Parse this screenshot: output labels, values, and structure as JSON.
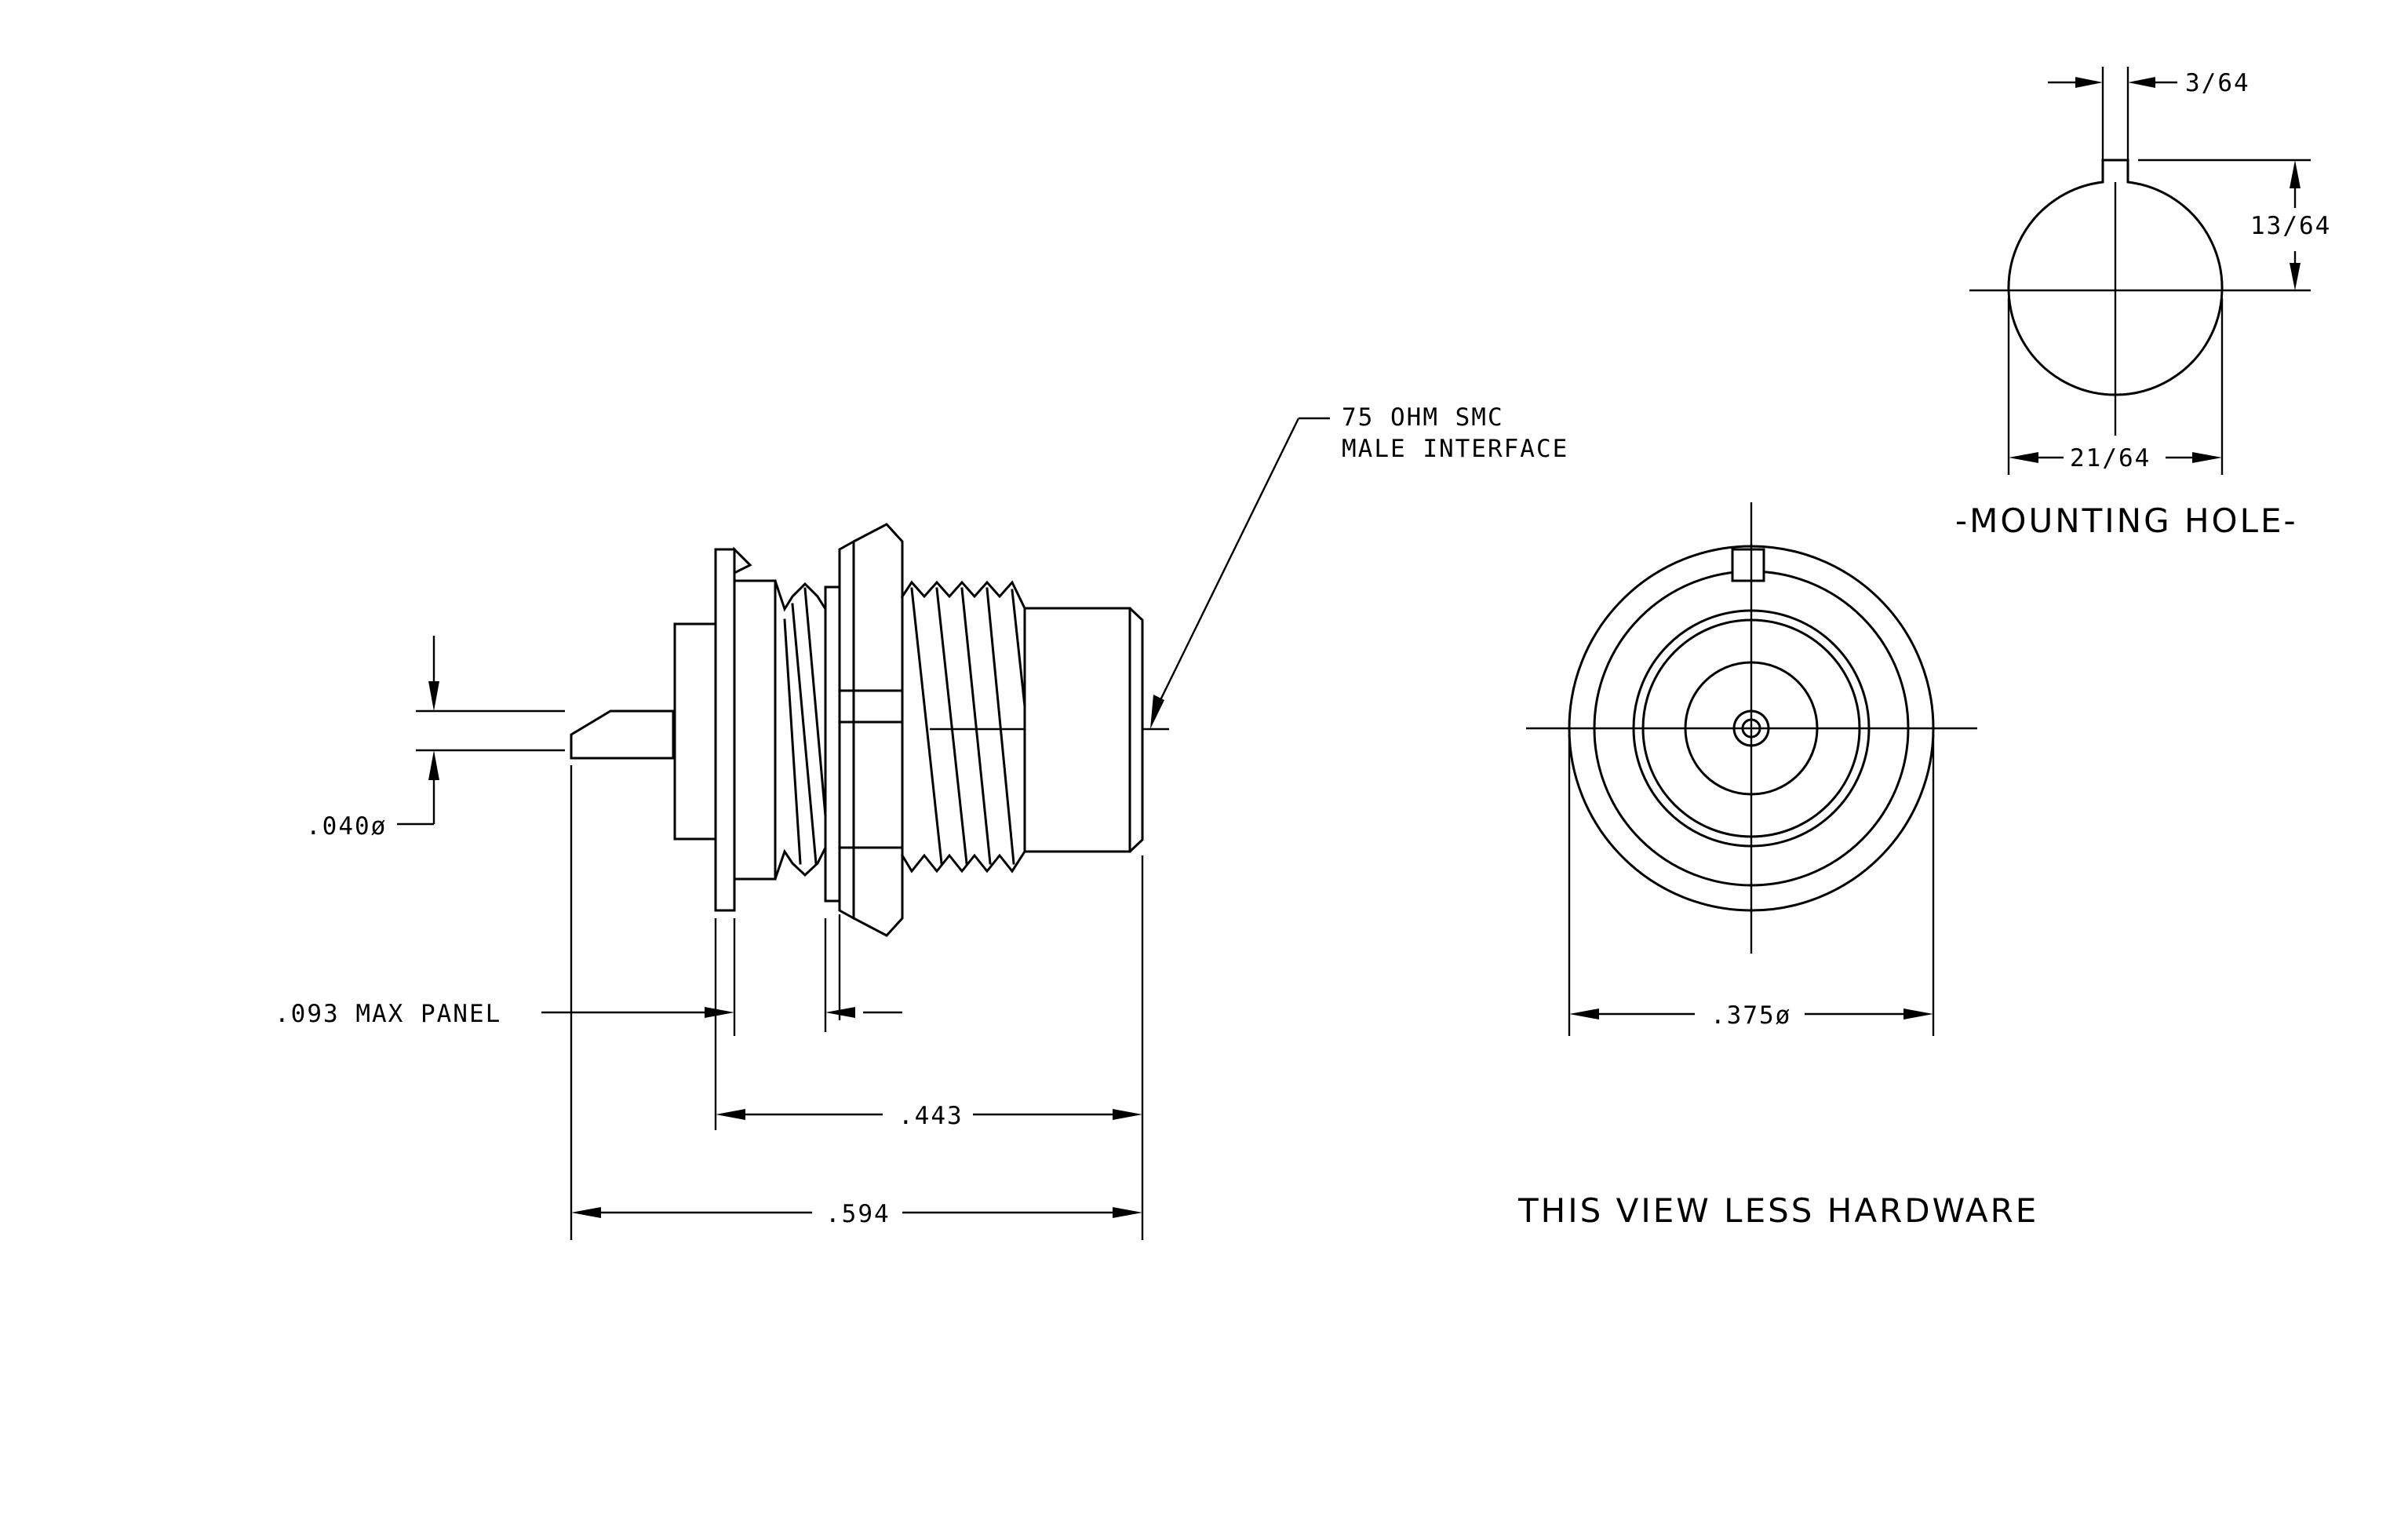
{
  "labels": {
    "interface_line1": "75 OHM SMC",
    "interface_line2": "MALE INTERFACE",
    "pin_diameter": ".040ø",
    "max_panel": ".093 MAX PANEL",
    "dim_443": ".443",
    "dim_594": ".594",
    "dim_375": ".375ø",
    "view_note": "THIS VIEW LESS HARDWARE",
    "key_width": "3/64",
    "key_height": "13/64",
    "hole_diameter": "21/64",
    "mounting_hole": "-MOUNTING HOLE-"
  },
  "colors": {
    "line": "#000000",
    "background": "#ffffff"
  }
}
